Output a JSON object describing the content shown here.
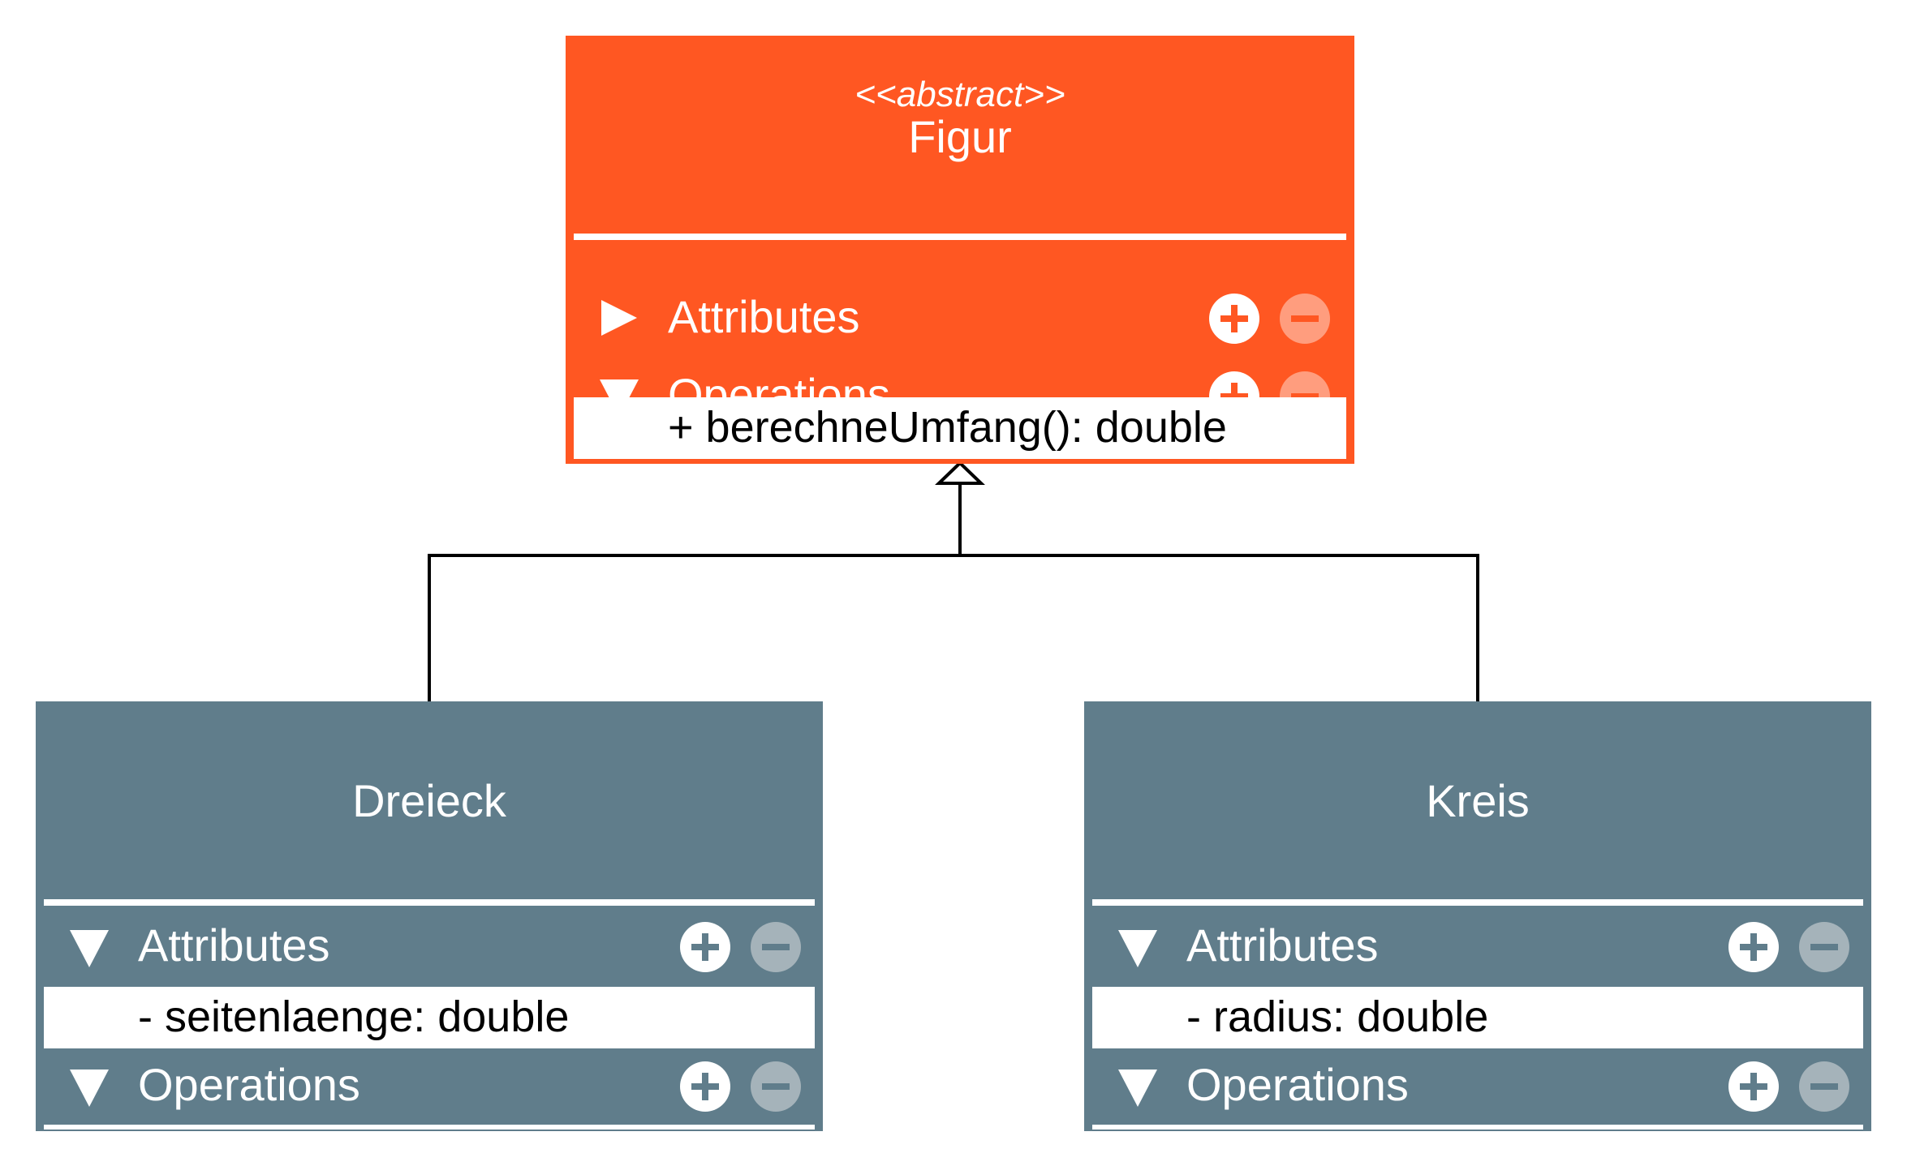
{
  "figur": {
    "stereotype": "<<abstract>>",
    "name": "Figur",
    "attributes_label": "Attributes",
    "operations_label": "Operations",
    "operations": [
      "+ berechneUmfang(): double"
    ],
    "color": "#FF5722"
  },
  "dreieck": {
    "name": "Dreieck",
    "attributes_label": "Attributes",
    "attributes": [
      "- seitenlaenge: double"
    ],
    "operations_label": "Operations",
    "color": "#607D8B"
  },
  "kreis": {
    "name": "Kreis",
    "attributes_label": "Attributes",
    "attributes": [
      "- radius: double"
    ],
    "operations_label": "Operations",
    "color": "#607D8B"
  },
  "icons": {
    "expanded": "triangle-down-icon",
    "collapsed": "triangle-right-icon",
    "add": "plus-circle-icon",
    "remove": "minus-circle-icon"
  }
}
